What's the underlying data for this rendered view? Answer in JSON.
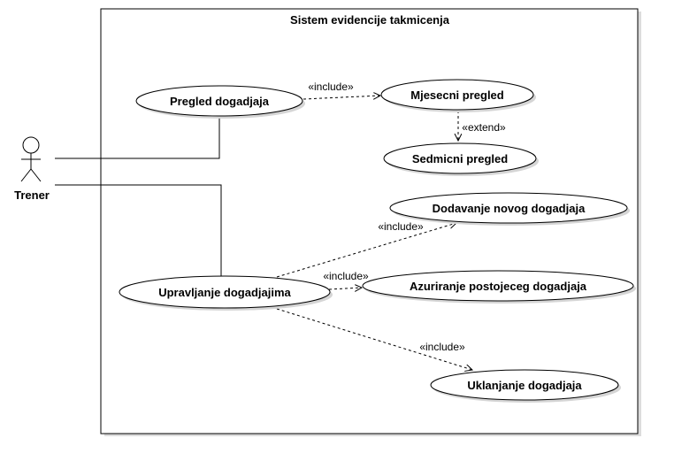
{
  "system": {
    "title": "Sistem evidencije takmicenja"
  },
  "actor": {
    "name": "Trener"
  },
  "use_cases": {
    "pregled_dogadjaja": "Pregled dogadjaja",
    "mjesecni_pregled": "Mjesecni pregled",
    "sedmicni_pregled": "Sedmicni pregled",
    "dodavanje_novog_dogadjaja": "Dodavanje novog dogadjaja",
    "upravljanje_dogadjajima": "Upravljanje dogadjajima",
    "azuriranje_postojeceg_dogadjaja": "Azuriranje postojeceg dogadjaja",
    "uklanjanje_dogadjaja": "Uklanjanje dogadjaja"
  },
  "relations": {
    "include_label": "«include»",
    "extend_label": "«extend»"
  },
  "colors": {
    "line": "#000000",
    "fill": "#ffffff",
    "shadow": "#cfcfcf"
  }
}
